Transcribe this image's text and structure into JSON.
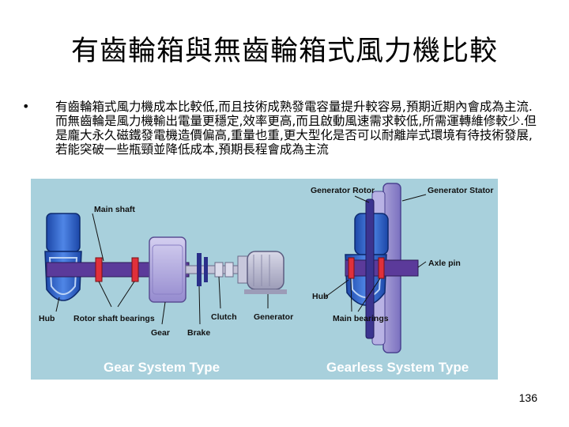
{
  "slide": {
    "title": "有齒輪箱與無齒輪箱式風力機比較",
    "bullet_marker": "•",
    "bullet_text": "有齒輪箱式風力機成本比較低,而且技術成熟發電容量提升較容易,預期近期內會成為主流.而無齒輪是風力機輸出電量更穩定,效率更高,而且啟動風速需求較低,所需運轉維修較少.但是龐大永久磁鐵發電機造價偏高,重量也重,更大型化是否可以耐離岸式環境有待技術發展,若能突破一些瓶頸並降低成本,預期長程會成為主流",
    "page_number": "136"
  },
  "diagram": {
    "gear_system": {
      "caption": "Gear System Type",
      "labels": {
        "main_shaft": "Main shaft",
        "hub": "Hub",
        "rotor_shaft_bearings": "Rotor shaft bearings",
        "gear": "Gear",
        "brake": "Brake",
        "clutch": "Clutch",
        "generator": "Generator"
      }
    },
    "gearless_system": {
      "caption": "Gearless System Type",
      "labels": {
        "generator_rotor": "Generator Rotor",
        "generator_stator": "Generator Stator",
        "axle_pin": "Axle pin",
        "hub": "Hub",
        "main_bearings": "Main bearings"
      }
    },
    "colors": {
      "background": "#a8d0dc",
      "hub_blue": "#2a5fc4",
      "shaft_purple": "#5b3a9a",
      "bearing_red": "#e0303a",
      "gearbox_lavender": "#b6aee0",
      "caption_text": "#ffffff"
    }
  }
}
